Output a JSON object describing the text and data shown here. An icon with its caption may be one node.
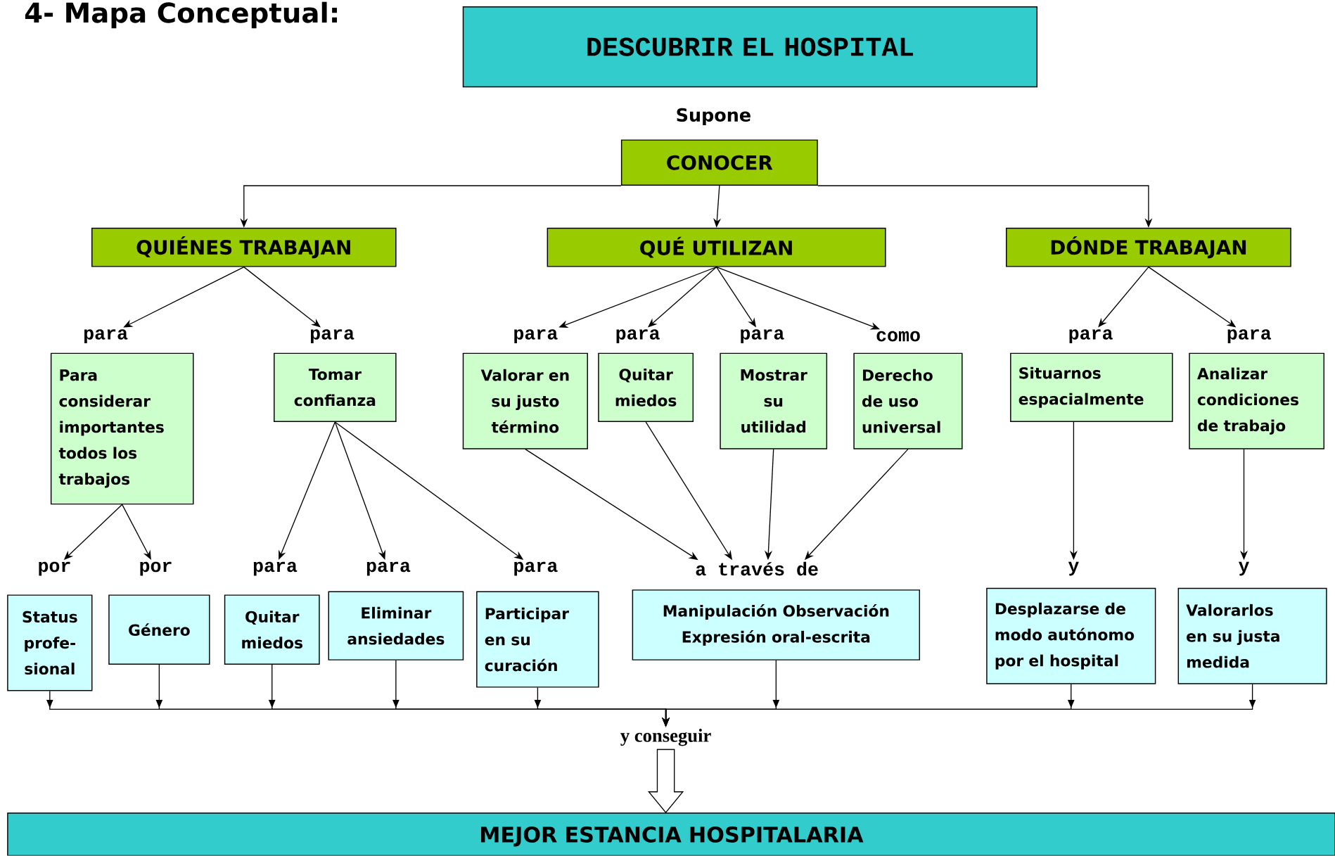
{
  "diagram": {
    "title": "4- Mapa Conceptual:",
    "nodes": [
      {
        "text": [
          "DESCUBRIR EL HOSPITAL"
        ]
      },
      {
        "text": [
          "CONOCER"
        ]
      },
      {
        "text": [
          "QUIÉNES TRABAJAN"
        ]
      },
      {
        "text": [
          "QUÉ UTILIZAN"
        ]
      },
      {
        "text": [
          "DÓNDE TRABAJAN"
        ]
      },
      {
        "text": [
          "para"
        ]
      },
      {
        "text": [
          "para"
        ]
      },
      {
        "text": [
          "para"
        ]
      },
      {
        "text": [
          "para"
        ]
      },
      {
        "text": [
          "para"
        ]
      },
      {
        "text": [
          "como"
        ]
      },
      {
        "text": [
          "para"
        ]
      },
      {
        "text": [
          "para"
        ]
      },
      {
        "text": [
          "Para considerar importantes todos los trabajos"
        ]
      },
      {
        "text": [
          "Tomar confianza"
        ]
      },
      {
        "text": [
          "Valorar en su justo término"
        ]
      },
      {
        "text": [
          "Quitar miedos"
        ]
      },
      {
        "text": [
          "Mostrar su utilidad"
        ]
      },
      {
        "text": [
          "Derecho de uso universal"
        ]
      },
      {
        "text": [
          "Situarnos espacialmente"
        ]
      },
      {
        "text": [
          "Analizar condiciones de trabajo"
        ]
      },
      {
        "text": [
          "por"
        ]
      },
      {
        "text": [
          "por"
        ]
      },
      {
        "text": [
          "para"
        ]
      },
      {
        "text": [
          "para"
        ]
      },
      {
        "text": [
          "para"
        ]
      },
      {
        "text": [
          "a través de"
        ]
      },
      {
        "text": [
          "y"
        ]
      },
      {
        "text": [
          "y"
        ]
      },
      {
        "text": [
          "Status profe- sional"
        ]
      },
      {
        "text": [
          "Género"
        ]
      },
      {
        "text": [
          "Quitar miedos"
        ]
      },
      {
        "text": [
          "Eliminar ansiedades"
        ]
      },
      {
        "text": [
          "Participar en su curación"
        ]
      },
      {
        "text": [
          "Manipulación Observación Expresión oral-escrita"
        ]
      },
      {
        "text": [
          "Desplazarse de modo autónomo por el hospital"
        ]
      },
      {
        "text": [
          "Valorarlos en su justa medida"
        ]
      },
      {
        "text": [
          "y conseguir"
        ]
      },
      {
        "text": [
          "MEJOR ESTANCIA HOSPITALARIA"
        ]
      }
    ],
    "edges": [
      {
        "from": 1,
        "to": 2,
        "arrow": "to"
      },
      {
        "from": 1,
        "to": 3,
        "arrow": "to"
      },
      {
        "from": 1,
        "to": 4,
        "arrow": "to"
      },
      {
        "from": 2,
        "to": 5,
        "arrow": "to"
      },
      {
        "from": 2,
        "to": 6,
        "arrow": "to"
      },
      {
        "from": 3,
        "to": 7,
        "arrow": "to"
      },
      {
        "from": 3,
        "to": 8,
        "arrow": "to"
      },
      {
        "from": 3,
        "to": 9,
        "arrow": "to"
      },
      {
        "from": 3,
        "to": 10,
        "arrow": "to"
      },
      {
        "from": 4,
        "to": 11,
        "arrow": "to"
      },
      {
        "from": 4,
        "to": 12,
        "arrow": "to"
      },
      {
        "from": 13,
        "to": 21,
        "arrow": "to"
      },
      {
        "from": 13,
        "to": 22,
        "arrow": "to"
      },
      {
        "from": 14,
        "to": 23,
        "arrow": "to"
      },
      {
        "from": 14,
        "to": 24,
        "arrow": "to"
      },
      {
        "from": 14,
        "to": 25,
        "arrow": "to"
      },
      {
        "from": 15,
        "to": 26,
        "arrow": "to"
      },
      {
        "from": 16,
        "to": 26,
        "arrow": "to"
      },
      {
        "from": 17,
        "to": 26,
        "arrow": "to"
      },
      {
        "from": 18,
        "to": 26,
        "arrow": "to"
      },
      {
        "from": 19,
        "to": 27,
        "arrow": "to"
      },
      {
        "from": 20,
        "to": 28,
        "arrow": "to"
      },
      {
        "from": 29,
        "to": 37,
        "arrow": "to"
      },
      {
        "from": 30,
        "to": 37,
        "arrow": "to"
      },
      {
        "from": 31,
        "to": 37,
        "arrow": "to"
      },
      {
        "from": 32,
        "to": 37,
        "arrow": "to"
      },
      {
        "from": 33,
        "to": 37,
        "arrow": "to"
      },
      {
        "from": 34,
        "to": 37,
        "arrow": "to"
      },
      {
        "from": 35,
        "to": 37,
        "arrow": "to"
      },
      {
        "from": 36,
        "to": 37,
        "arrow": "to"
      },
      {
        "from": 37,
        "to": 38,
        "arrow": "to"
      }
    ],
    "labels": [
      "Supone"
    ]
  }
}
